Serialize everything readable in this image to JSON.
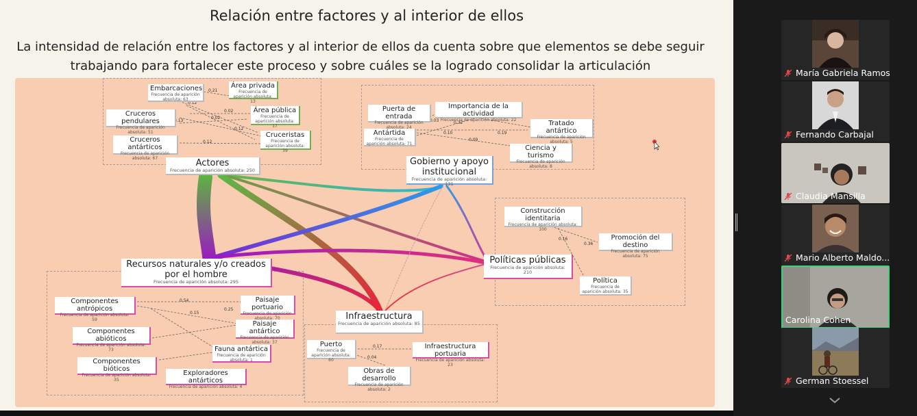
{
  "slide": {
    "title": "Relación entre factores y al interior de ellos",
    "subtitle_line1": "La intensidad de relación entre los factores y al interior de ellos da cuenta sobre que elementos se debe seguir",
    "subtitle_line2": "trabajando para fortalecer este proceso y sobre cuáles se la logrado consolidar la articulación"
  },
  "diagram": {
    "main_nodes": {
      "actores": {
        "label": "Actores",
        "freq": "Frecuencia de aparición absoluta: 250"
      },
      "gobierno": {
        "label": "Gobierno y apoyo institucional",
        "freq": "Frecuencia de aparición absoluta: 131"
      },
      "recursos": {
        "label": "Recursos naturales y/o creados por el hombre",
        "freq": "Frecuencia de aparición absoluta: 295"
      },
      "politicas": {
        "label": "Políticas públicas",
        "freq": "Frecuencia de aparición absoluta: 210"
      },
      "infra": {
        "label": "Infraestructura",
        "freq": "Frecuencia de aparición absoluta: 85"
      }
    },
    "actores_nodes": {
      "embarcaciones": {
        "label": "Embarcaciones",
        "freq": "Frecuencia de aparición absoluta: 63"
      },
      "area_privada": {
        "label": "Área privada",
        "freq": "Frecuencia de aparición absoluta: 13"
      },
      "cruceros_pendulares": {
        "label": "Cruceros pendulares",
        "freq": "Frecuencia de aparición absoluta: 51"
      },
      "area_publica": {
        "label": "Área pública",
        "freq": "Frecuencia de aparición absoluta: 17"
      },
      "cruceros_antarticos": {
        "label": "Cruceros antárticos",
        "freq": "Frecuencia de aparición absoluta: 67"
      },
      "cruceristas": {
        "label": "Cruceristas",
        "freq": "Frecuencia de aparición absoluta: 39"
      }
    },
    "gobierno_nodes": {
      "puerta": {
        "label": "Puerta de entrada",
        "freq": "Frecuencia de aparición absoluta: 24"
      },
      "importancia": {
        "label": "Importancia de la actividad",
        "freq": "Frecuencia de aparición absoluta: 22"
      },
      "antartida": {
        "label": "Antártida",
        "freq": "Frecuencia de aparición absoluta: 71"
      },
      "tratado": {
        "label": "Tratado antártico",
        "freq": "Frecuencia de aparición absoluta: 5"
      },
      "ciencia": {
        "label": "Ciencia y turismo",
        "freq": "Frecuencia de aparición absoluta: 8"
      }
    },
    "politicas_nodes": {
      "construccion": {
        "label": "Construcción identitaria",
        "freq": "Frecuencia de aparición absoluta: 100"
      },
      "promocion": {
        "label": "Promoción del destino",
        "freq": "Frecuencia de aparición absoluta: 75"
      },
      "politica": {
        "label": "Política",
        "freq": "Frecuencia de aparición absoluta: 35"
      }
    },
    "recursos_nodes": {
      "antropicos": {
        "label": "Componentes antrópicos",
        "freq": "Frecuencia de aparición absoluta: 59"
      },
      "portuario": {
        "label": "Paisaje portuario",
        "freq": "Frecuencia de aparición absoluta: 70"
      },
      "abioticos": {
        "label": "Componentes abióticos",
        "freq": "Frecuencia de aparición absoluta: 73"
      },
      "paisaje_antartico": {
        "label": "Paisaje antártico",
        "freq": "Frecuencia de aparición absoluta: 37"
      },
      "fauna": {
        "label": "Fauna antártica",
        "freq": "Frecuencia de aparición absoluta: 1"
      },
      "bioticos": {
        "label": "Componentes bióticos",
        "freq": "Frecuencia de aparición absoluta: 35"
      },
      "exploradores": {
        "label": "Exploradores antárticos",
        "freq": "Frecuencia de aparición absoluta: 4"
      }
    },
    "infra_nodes": {
      "puerto": {
        "label": "Puerto",
        "freq": "Frecuencia de aparición absoluta: 60"
      },
      "infra_portuaria": {
        "label": "Infraestructura portuaria",
        "freq": "Frecuencia de aparición absoluta: 23"
      },
      "obras": {
        "label": "Obras de desarrollo",
        "freq": "Frecuencia de aparición absoluta: 2"
      }
    },
    "weights": {
      "w1": "0.21",
      "w2": "0.02",
      "w3": "0.12",
      "w4": "0.12",
      "w5": "0.02",
      "w6": "0.13",
      "w7": "0.12",
      "w8": "0.32",
      "w9": "0.03",
      "w10": "0.10",
      "w11": "0.19",
      "w12": "0.09",
      "w13": "0.16",
      "w14": "0.36",
      "w15": "0.54",
      "w16": "0.25",
      "w17": "0.15",
      "w18": "0.17",
      "w19": "0.04"
    }
  },
  "participants": [
    {
      "name": "María Gabriela Ramos",
      "muted": true
    },
    {
      "name": "Fernando Carbajal",
      "muted": true
    },
    {
      "name": "Claudia Mansilla",
      "muted": true
    },
    {
      "name": "Mario Alberto Maldo...",
      "muted": true
    },
    {
      "name": "Carolina Cohen",
      "muted": false,
      "active": true
    },
    {
      "name": "German Stoessel",
      "muted": true
    }
  ],
  "colors": {
    "active_speaker": "#3fd27a",
    "muted_icon": "#e04848"
  }
}
